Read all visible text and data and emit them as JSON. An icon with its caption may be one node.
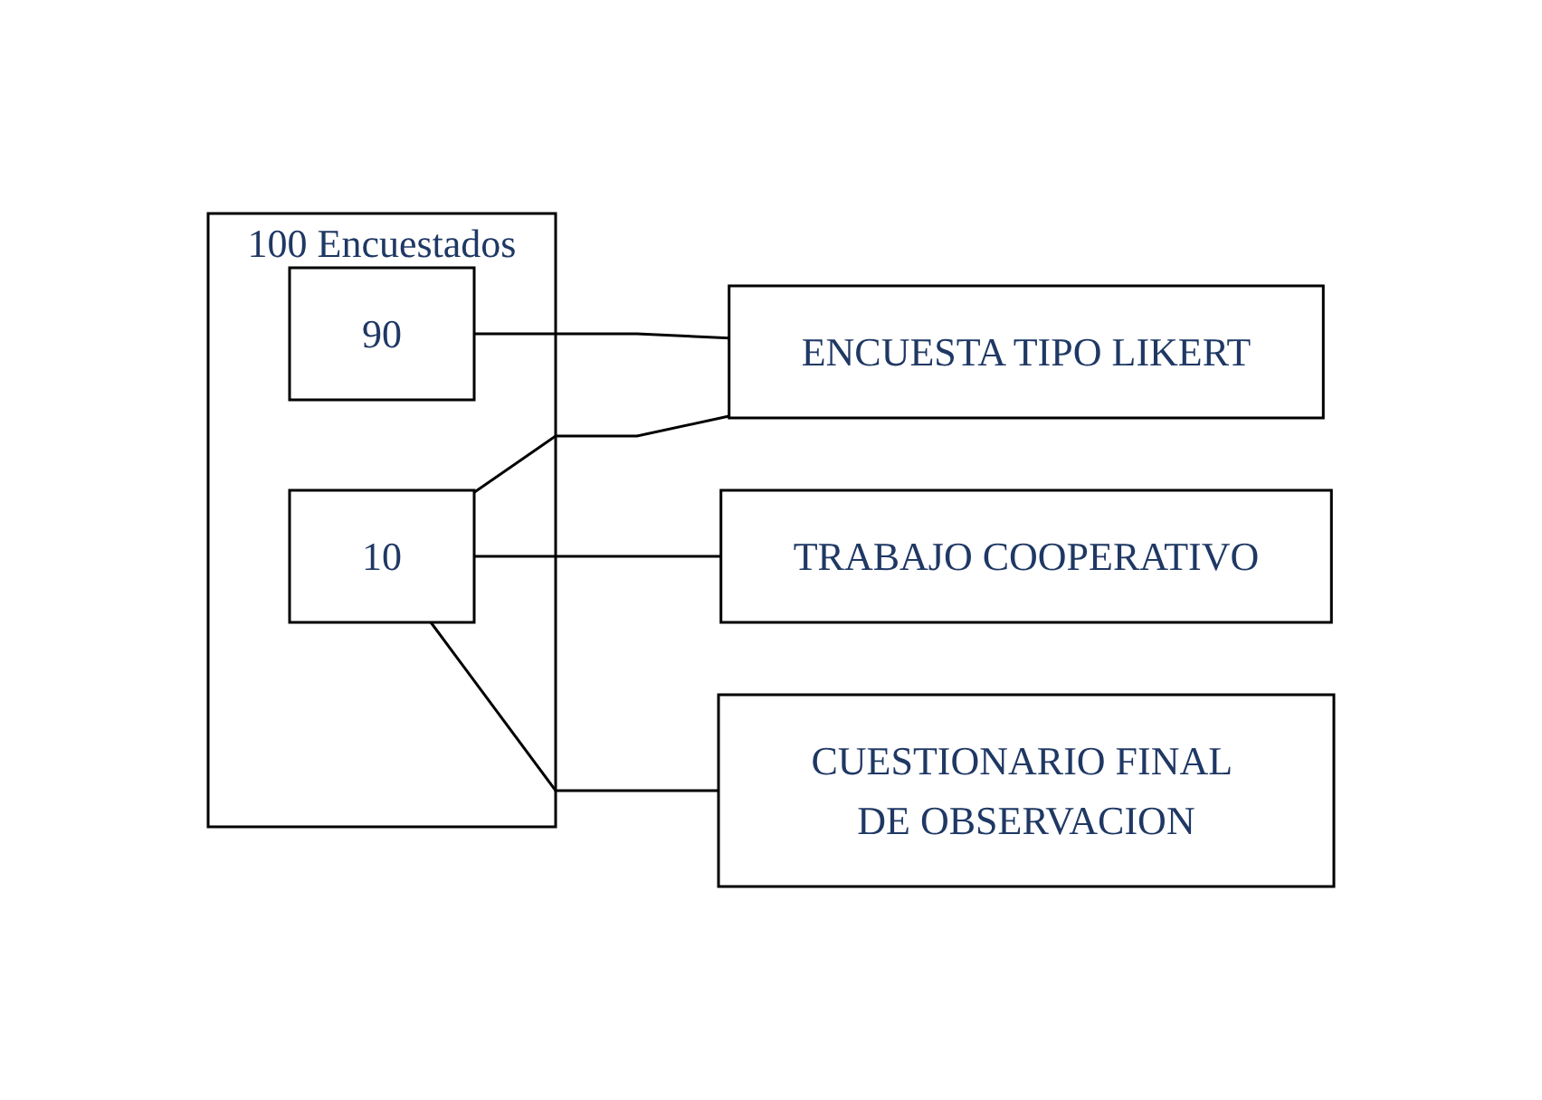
{
  "diagram": {
    "nodes": [
      {
        "text": [
          "100 Encuestados"
        ]
      },
      {
        "text": [
          "90"
        ],
        "in": 0
      },
      {
        "text": [
          "ENCUESTA TIPO LIKERT"
        ]
      },
      {
        "text": [
          "10"
        ],
        "in": 0
      },
      {
        "text": [
          "TRABAJO COOPERATIVO"
        ]
      },
      {
        "text": [
          "CUESTIONARIO FINAL DE OBSERVACION"
        ]
      }
    ],
    "edges": [
      {
        "from": 1,
        "to": 2,
        "arrow": "none"
      },
      {
        "from": 3,
        "to": 2,
        "arrow": "none"
      },
      {
        "from": 3,
        "to": 4,
        "arrow": "none"
      },
      {
        "from": 3,
        "to": 5,
        "arrow": "none"
      }
    ]
  }
}
